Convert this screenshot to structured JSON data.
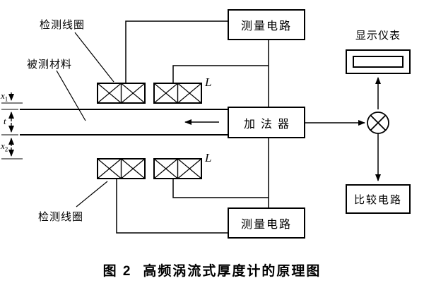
{
  "diagram": {
    "left_labels": {
      "top_coil": "检测线圈",
      "material": "被测材料",
      "bottom_coil": "检测线圈"
    },
    "coil_labels": {
      "top": "L",
      "bottom": "L"
    },
    "dimensions": {
      "x1": {
        "base": "x",
        "sub": "1"
      },
      "t": {
        "base": "t",
        "sub": ""
      },
      "x2": {
        "base": "x",
        "sub": "2"
      }
    },
    "blocks": {
      "measure_top": "测量电路",
      "display": "显示仪表",
      "adder": "加法器",
      "compare": "比较电路",
      "measure_bottom": "测量电路"
    }
  },
  "caption": {
    "figure_no": "图 2",
    "title": "高频涡流式厚度计的原理图"
  },
  "colors": {
    "ink": "#000000",
    "background": "#ffffff"
  }
}
